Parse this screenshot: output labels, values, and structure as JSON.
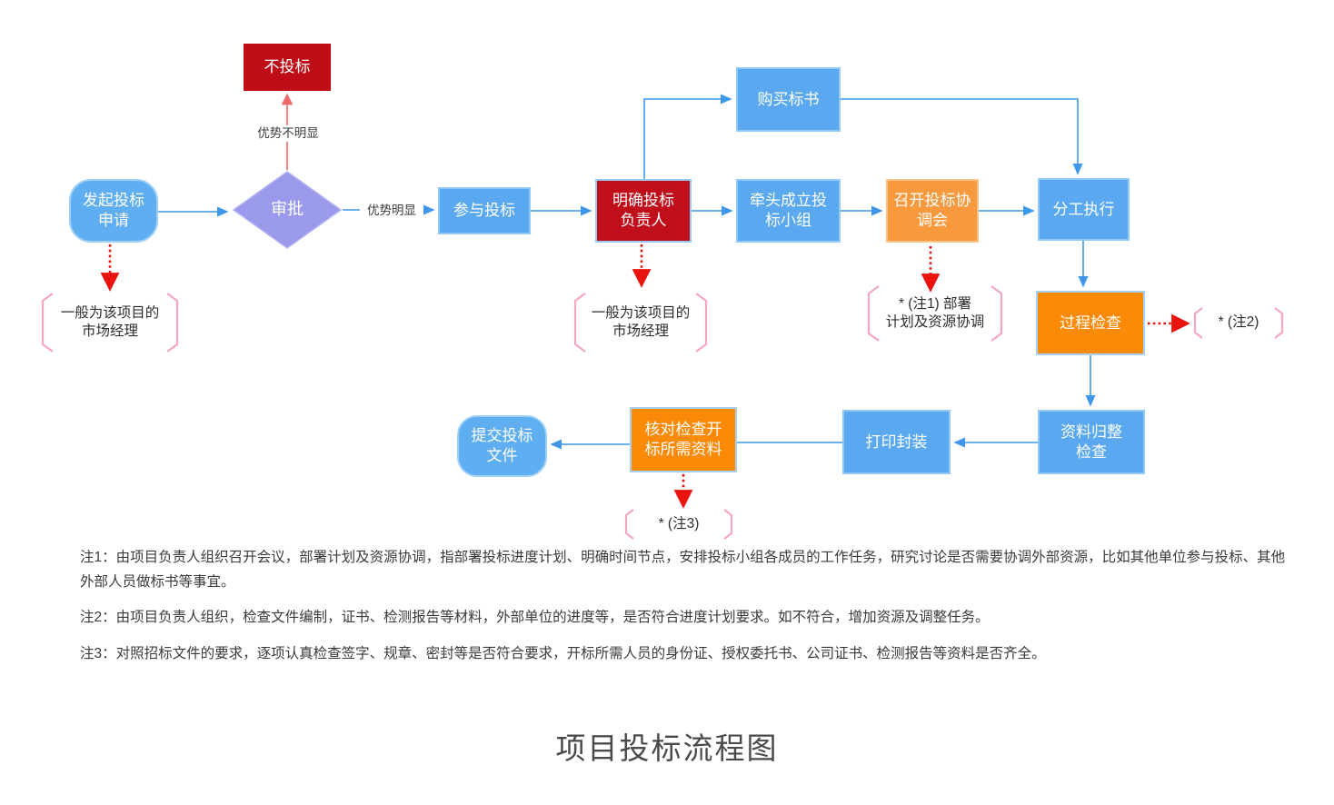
{
  "title": "项目投标流程图",
  "nodes": {
    "start": {
      "label": "发起投标\n申请"
    },
    "approval": {
      "label": "审批"
    },
    "no_bid": {
      "label": "不投标"
    },
    "join_bid": {
      "label": "参与投标"
    },
    "define_leader": {
      "label": "明确投标\n负责人"
    },
    "buy_docs": {
      "label": "购买标书"
    },
    "form_team": {
      "label": "牵头成立投\n标小组"
    },
    "coordination_meeting": {
      "label": "召开投标协\n调会"
    },
    "division_execute": {
      "label": "分工执行"
    },
    "process_check": {
      "label": "过程检查"
    },
    "organize_check": {
      "label": "资料归整\n检查"
    },
    "print_seal": {
      "label": "打印封装"
    },
    "verify_materials": {
      "label": "核对检查开\n标所需资料"
    },
    "submit_docs": {
      "label": "提交投标\n文件"
    }
  },
  "edge_labels": {
    "advantage_unclear": "优势不明显",
    "advantage_clear": "优势明显"
  },
  "annotations": {
    "market_manager_start": "一般为该项目的\n市场经理",
    "market_manager_leader": "一般为该项目的\n市场经理",
    "note1_ref": "* (注1) 部署\n计划及资源协调",
    "note2_ref": "* (注2)",
    "note3_ref": "* (注3)"
  },
  "notes": {
    "note1": "注1：由项目负责人组织召开会议，部署计划及资源协调，指部署投标进度计划、明确时间节点，安排投标小组各成员的工作任务，研究讨论是否需要协调外部资源，比如其他单位参与投标、其他外部人员做标书等事宜。",
    "note2": "注2：由项目负责人组织，检查文件编制，证书、检测报告等材料，外部单位的进度等，是否符合进度计划要求。如不符合，增加资源及调整任务。",
    "note3": "注3：对照招标文件的要求，逐项认真检查签字、规章、密封等是否符合要求，开标所需人员的身份证、授权委托书、公司证书、检测报告等资料是否齐全。"
  },
  "colors": {
    "node_blue": "#5AA9F0",
    "node_blue_border": "#93C9F6",
    "node_red": "#C00E1B",
    "diamond_purple": "#9B99EC",
    "orange": "#F8993E",
    "deep_orange": "#FB8A07",
    "light_blue_border": "#A6D2F5",
    "arrow_blue": "#3E97E8",
    "arrow_soft_red": "#F06A6A",
    "dotted_red": "#E9140E",
    "bracket_pink": "#F5A6C5"
  }
}
